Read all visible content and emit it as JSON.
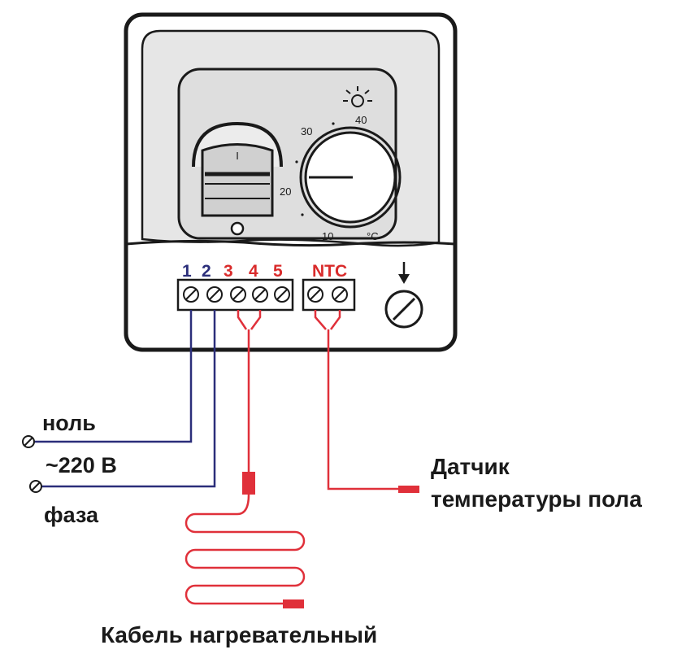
{
  "thermostat": {
    "switch_mark": "I",
    "dial": {
      "scale": [
        "40",
        "30",
        "20",
        "10"
      ],
      "unit": "°C"
    },
    "terminals": {
      "numbers": [
        "1",
        "2",
        "3",
        "4",
        "5"
      ],
      "sensor": "NTC"
    }
  },
  "labels": {
    "neutral": "ноль",
    "voltage": "~220 В",
    "phase": "фаза",
    "sensor": "Датчик",
    "sensor_line2": "температуры пола",
    "cable": "Кабель нагревательный"
  },
  "colors": {
    "blue_wire": "#2b2e7a",
    "red_wire": "#e0303a",
    "body_fill": "#e6e6e6",
    "outline": "#1a1a1a"
  }
}
